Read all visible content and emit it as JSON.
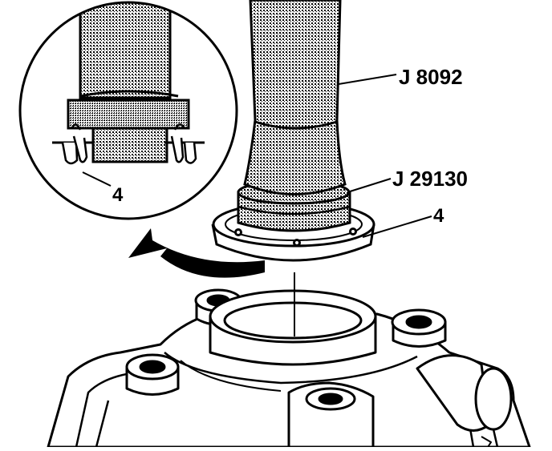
{
  "labels": {
    "tool_upper": "J 8092",
    "tool_lower": "J 29130",
    "part_callout": "4",
    "inset_callout": "4"
  },
  "colors": {
    "ink": "#000000",
    "paper": "#ffffff",
    "tool_shading": "#8a8a8a"
  }
}
